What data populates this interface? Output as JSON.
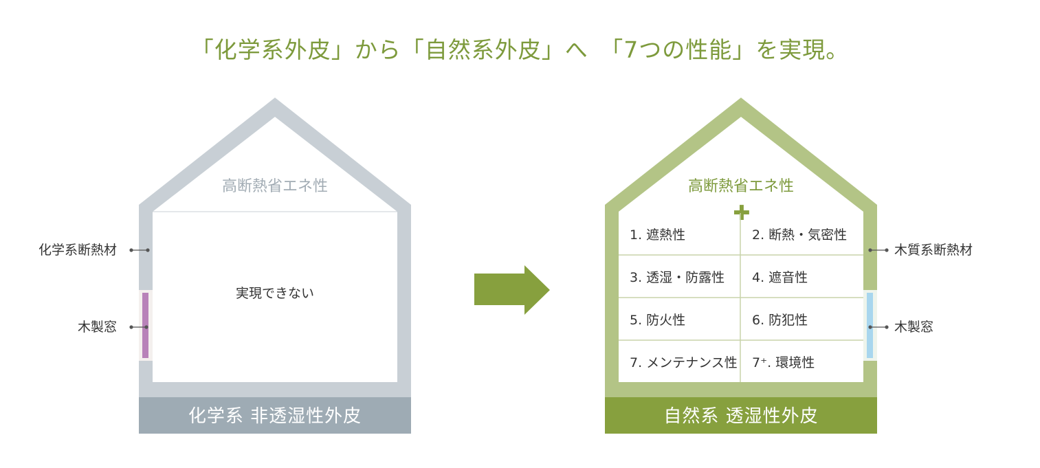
{
  "headline": "「化学系外皮」から「自然系外皮」へ　「7つの性能」を実現。",
  "left_house": {
    "roof_label": "高断熱省エネ性",
    "center_text": "実現できない",
    "bottom_label": "化学系 非透湿性外皮",
    "side_labels": {
      "insulation": "化学系断熱材",
      "window": "木製窓"
    },
    "colors": {
      "wall": "#c8cfd5",
      "bottom": "#9eabb4",
      "window": "#b882b9"
    }
  },
  "right_house": {
    "roof_label": "高断熱省エネ性",
    "plus": "✚",
    "bottom_label": "自然系 透湿性外皮",
    "side_labels": {
      "insulation": "木質系断熱材",
      "window": "木製窓"
    },
    "performances": [
      "1. 遮熱性",
      "2. 断熱・気密性",
      "3. 透湿・防露性",
      "4. 遮音性",
      "5. 防火性",
      "6. 防犯性",
      "7. メンテナンス性",
      "7⁺. 環境性"
    ],
    "colors": {
      "wall": "#b3c486",
      "bottom": "#87a03e",
      "window": "#a8d6ee",
      "grid": "#c8d3aa"
    }
  },
  "arrow": {
    "color": "#87a03e",
    "icon": "right-arrow-icon"
  }
}
